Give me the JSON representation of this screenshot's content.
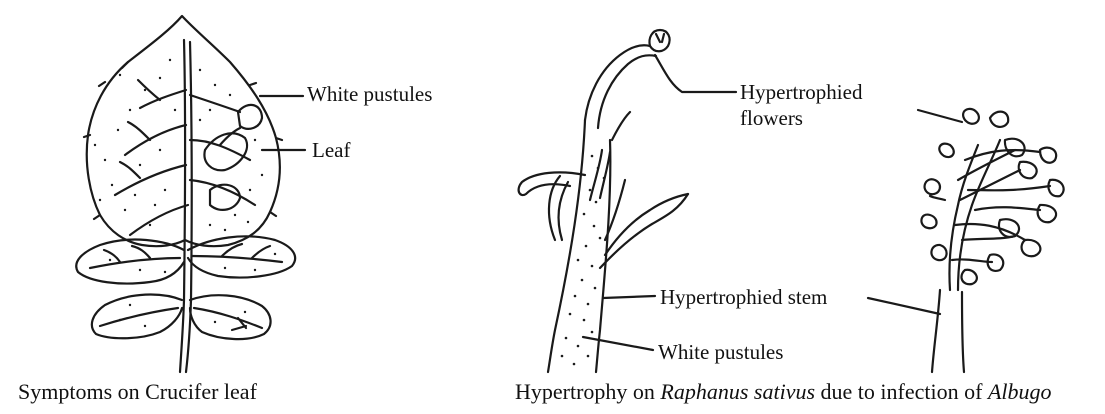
{
  "left_figure": {
    "labels": {
      "white_pustules": "White pustules",
      "leaf": "Leaf"
    },
    "caption": "Symptoms on Crucifer leaf"
  },
  "right_figure": {
    "labels": {
      "hypertrophied_flowers_line1": "Hypertrophied",
      "hypertrophied_flowers_line2": "flowers",
      "hypertrophied_stem": "Hypertrophied stem",
      "white_pustules": "White pustules"
    },
    "caption": {
      "part1": "Hypertrophy on ",
      "species": "Raphanus sativus",
      "part2": " due to infection of ",
      "genus": "Albugo"
    }
  },
  "colors": {
    "line": "#1a1a1a",
    "background": "#ffffff"
  }
}
